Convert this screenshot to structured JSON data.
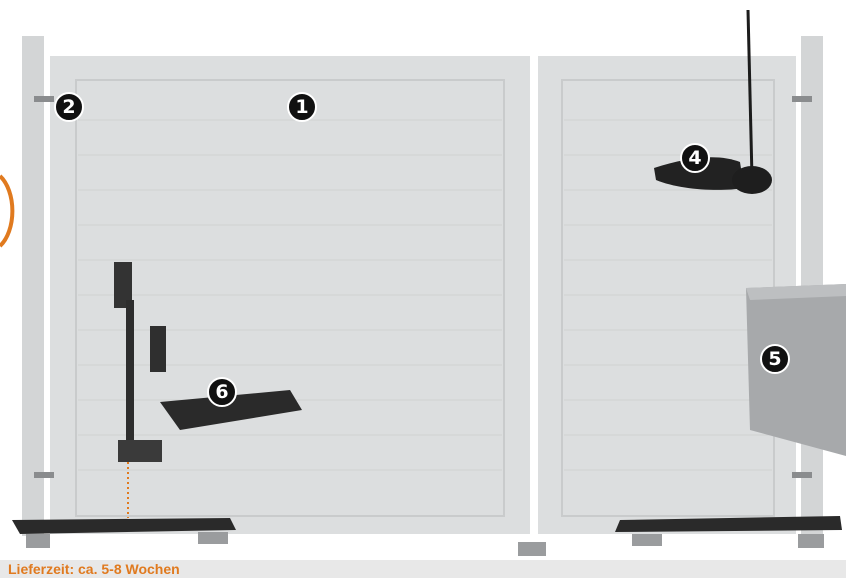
{
  "callouts": [
    {
      "id": "1",
      "label": "1"
    },
    {
      "id": "2",
      "label": "2"
    },
    {
      "id": "4",
      "label": "4"
    },
    {
      "id": "5",
      "label": "5"
    },
    {
      "id": "6",
      "label": "6"
    }
  ],
  "footer": {
    "delivery_text": "Lieferzeit: ca. 5-8 Wochen"
  },
  "colors": {
    "gate": "#d9dbdc",
    "accent": "#e07a1f",
    "dark": "#2a2a2a"
  },
  "icons": [
    "antenna-icon",
    "control-box-icon",
    "motor-arm-icon",
    "hinge-icon",
    "mount-bracket-icon"
  ]
}
